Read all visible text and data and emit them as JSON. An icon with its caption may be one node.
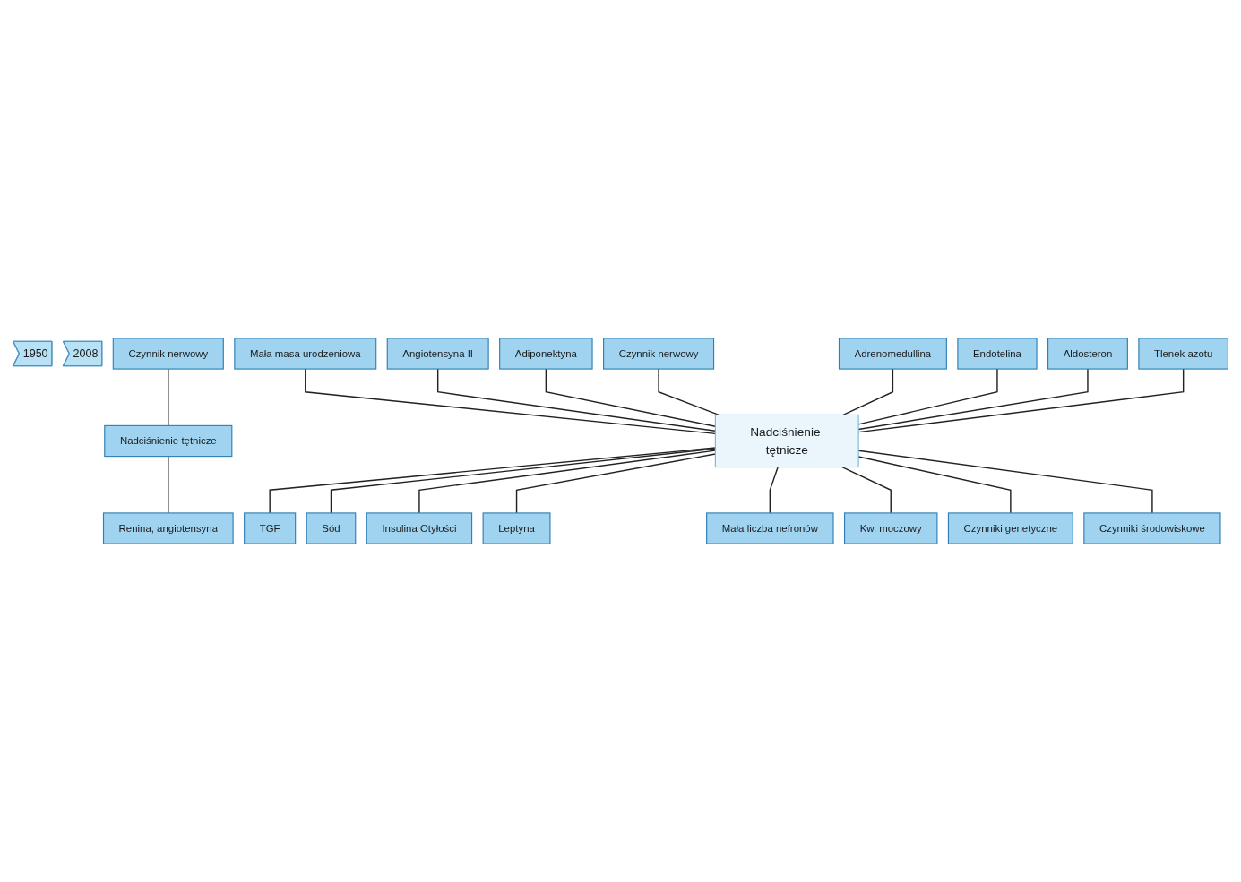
{
  "diagram": {
    "nodes": [
      {
        "text": [
          "1950"
        ]
      },
      {
        "text": [
          "2008"
        ]
      },
      {
        "text": [
          "Czynnik nerwowy"
        ]
      },
      {
        "text": [
          "Nadciśnienie tętnicze"
        ]
      },
      {
        "text": [
          "Renina, angiotensyna"
        ]
      },
      {
        "text": [
          "Nadciśnienie tętnicze"
        ]
      },
      {
        "text": [
          "Mała masa urodzeniowa"
        ]
      },
      {
        "text": [
          "Angiotensyna II"
        ]
      },
      {
        "text": [
          "Adiponektyna"
        ]
      },
      {
        "text": [
          "Czynnik nerwowy"
        ]
      },
      {
        "text": [
          "Adrenomedullina"
        ]
      },
      {
        "text": [
          "Endotelina"
        ]
      },
      {
        "text": [
          "Aldosteron"
        ]
      },
      {
        "text": [
          "Tlenek azotu"
        ]
      },
      {
        "text": [
          "TGF"
        ]
      },
      {
        "text": [
          "Sód"
        ]
      },
      {
        "text": [
          "Insulina Otyłości"
        ]
      },
      {
        "text": [
          "Leptyna"
        ]
      },
      {
        "text": [
          "Mała liczba nefronów"
        ]
      },
      {
        "text": [
          "Kw. moczowy"
        ]
      },
      {
        "text": [
          "Czynniki genetyczne"
        ]
      },
      {
        "text": [
          "Czynniki środowiskowe"
        ]
      }
    ],
    "edges": [
      {
        "from": 2,
        "to": 3,
        "arrow": "none"
      },
      {
        "from": 3,
        "to": 4,
        "arrow": "none"
      },
      {
        "from": 6,
        "to": 5,
        "arrow": "none"
      },
      {
        "from": 7,
        "to": 5,
        "arrow": "none"
      },
      {
        "from": 8,
        "to": 5,
        "arrow": "none"
      },
      {
        "from": 9,
        "to": 5,
        "arrow": "none"
      },
      {
        "from": 10,
        "to": 5,
        "arrow": "none"
      },
      {
        "from": 11,
        "to": 5,
        "arrow": "none"
      },
      {
        "from": 12,
        "to": 5,
        "arrow": "none"
      },
      {
        "from": 13,
        "to": 5,
        "arrow": "none"
      },
      {
        "from": 5,
        "to": 14,
        "arrow": "none"
      },
      {
        "from": 5,
        "to": 15,
        "arrow": "none"
      },
      {
        "from": 5,
        "to": 16,
        "arrow": "none"
      },
      {
        "from": 5,
        "to": 17,
        "arrow": "none"
      },
      {
        "from": 5,
        "to": 18,
        "arrow": "none"
      },
      {
        "from": 5,
        "to": 19,
        "arrow": "none"
      },
      {
        "from": 5,
        "to": 20,
        "arrow": "none"
      },
      {
        "from": 5,
        "to": 21,
        "arrow": "none"
      }
    ]
  }
}
